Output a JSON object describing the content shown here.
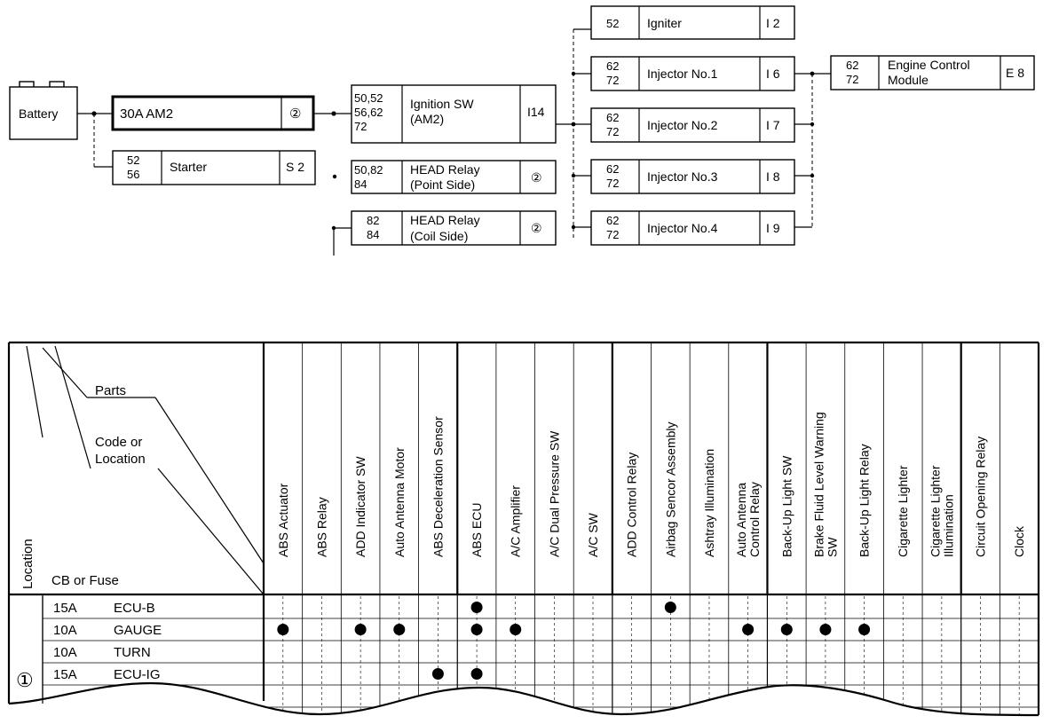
{
  "circuit": {
    "battery": "Battery",
    "am2_fuse": {
      "label": "30A AM2",
      "code": "②"
    },
    "starter": {
      "nums": [
        "52",
        "56"
      ],
      "label": "Starter",
      "code": "S 2"
    },
    "ignition_sw": {
      "nums": [
        "50,52",
        "56,62",
        "72"
      ],
      "label": [
        "Ignition SW",
        "(AM2)"
      ],
      "code": "I14"
    },
    "head_relay_point": {
      "nums": [
        "50,82",
        "84"
      ],
      "label": [
        "HEAD Relay",
        "(Point Side)"
      ],
      "code": "②"
    },
    "head_relay_coil": {
      "nums": [
        "82",
        "84"
      ],
      "label": [
        "HEAD Relay",
        "(Coil Side)"
      ],
      "code": "②"
    },
    "igniter": {
      "nums": [
        "52"
      ],
      "label": "Igniter",
      "code": "I 2"
    },
    "injectors": [
      {
        "nums": [
          "62",
          "72"
        ],
        "label": "Injector No.1",
        "code": "I 6"
      },
      {
        "nums": [
          "62",
          "72"
        ],
        "label": "Injector No.2",
        "code": "I 7"
      },
      {
        "nums": [
          "62",
          "72"
        ],
        "label": "Injector No.3",
        "code": "I 8"
      },
      {
        "nums": [
          "62",
          "72"
        ],
        "label": "Injector No.4",
        "code": "I 9"
      }
    ],
    "ecm": {
      "nums": [
        "62",
        "72"
      ],
      "label": [
        "Engine Control",
        "Module"
      ],
      "code": "E 8"
    }
  },
  "table": {
    "header": {
      "parts": "Parts",
      "code_or_location": [
        "Code or",
        "Location"
      ],
      "cb_or_fuse": "CB or Fuse",
      "location": "Location"
    },
    "columns": [
      [
        "ABS Actuator"
      ],
      [
        "ABS Relay"
      ],
      [
        "ADD Indicator SW"
      ],
      [
        "Auto Antenna Motor"
      ],
      [
        "ABS Deceleration Sensor"
      ],
      [
        "ABS ECU"
      ],
      [
        "A/C Amplifier"
      ],
      [
        "A/C Dual Pressure SW"
      ],
      [
        "A/C SW"
      ],
      [
        "ADD Control Relay"
      ],
      [
        "Airbag Sencor Assembly"
      ],
      [
        "Ashtray Illumination"
      ],
      [
        "Auto Antenna",
        "Control Relay"
      ],
      [
        "Back-Up Light SW"
      ],
      [
        "Brake Fluid Level Warning",
        "SW"
      ],
      [
        "Back-Up Light Relay"
      ],
      [
        "Cigarette Lighter"
      ],
      [
        "Cigarette Lighter",
        "Illumination"
      ],
      [
        "Circuit Opening Relay"
      ],
      [
        "Clock"
      ]
    ],
    "location_mark": "①",
    "rows": [
      {
        "amp": "15A",
        "name": "ECU-B",
        "marks": [
          5,
          10
        ]
      },
      {
        "amp": "10A",
        "name": "GAUGE",
        "marks": [
          0,
          2,
          3,
          5,
          6,
          12,
          13,
          14,
          15
        ]
      },
      {
        "amp": "10A",
        "name": "TURN",
        "marks": []
      },
      {
        "amp": "15A",
        "name": "ECU-IG",
        "marks": [
          4,
          5
        ]
      }
    ]
  }
}
